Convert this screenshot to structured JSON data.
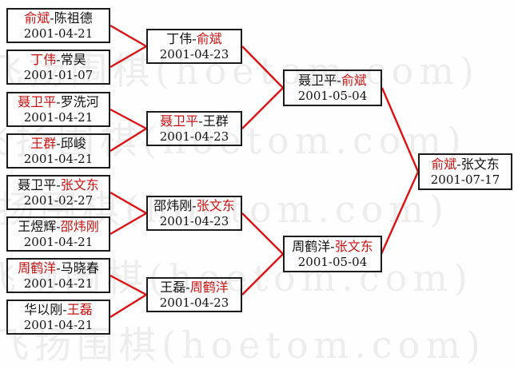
{
  "watermark": {
    "text": "飞扬围棋(hoetom.com)",
    "color": "#ededed"
  },
  "colors": {
    "winner": "#cc1111",
    "line": "#dd1111",
    "border": "#1c1c1c"
  },
  "sep": "-",
  "matches": [
    {
      "p1": "俞斌",
      "p2": "陈祖德",
      "p1_win": "true",
      "p2_win": "false",
      "date": "2001-04-21"
    },
    {
      "p1": "丁伟",
      "p2": "常昊",
      "p1_win": "true",
      "p2_win": "false",
      "date": "2001-01-07"
    },
    {
      "p1": "聂卫平",
      "p2": "罗洗河",
      "p1_win": "true",
      "p2_win": "false",
      "date": "2001-04-21"
    },
    {
      "p1": "王群",
      "p2": "邱峻",
      "p1_win": "true",
      "p2_win": "false",
      "date": "2001-04-21"
    },
    {
      "p1": "聂卫平",
      "p2": "张文东",
      "p1_win": "false",
      "p2_win": "true",
      "date": "2001-02-27"
    },
    {
      "p1": "王煜辉",
      "p2": "邵炜刚",
      "p1_win": "false",
      "p2_win": "true",
      "date": "2001-04-21"
    },
    {
      "p1": "周鹤洋",
      "p2": "马晓春",
      "p1_win": "true",
      "p2_win": "false",
      "date": "2001-04-21"
    },
    {
      "p1": "华以刚",
      "p2": "王磊",
      "p1_win": "false",
      "p2_win": "true",
      "date": "2001-04-21"
    },
    {
      "p1": "丁伟",
      "p2": "俞斌",
      "p1_win": "false",
      "p2_win": "true",
      "date": "2001-04-23"
    },
    {
      "p1": "聂卫平",
      "p2": "王群",
      "p1_win": "true",
      "p2_win": "false",
      "date": "2001-04-23"
    },
    {
      "p1": "邵炜刚",
      "p2": "张文东",
      "p1_win": "false",
      "p2_win": "true",
      "date": "2001-04-23"
    },
    {
      "p1": "王磊",
      "p2": "周鹤洋",
      "p1_win": "false",
      "p2_win": "true",
      "date": "2001-04-23"
    },
    {
      "p1": "聂卫平",
      "p2": "俞斌",
      "p1_win": "false",
      "p2_win": "true",
      "date": "2001-05-04"
    },
    {
      "p1": "周鹤洋",
      "p2": "张文东",
      "p1_win": "false",
      "p2_win": "true",
      "date": "2001-05-04"
    },
    {
      "p1": "俞斌",
      "p2": "张文东",
      "p1_win": "true",
      "p2_win": "false",
      "date": "2001-07-17"
    }
  ]
}
